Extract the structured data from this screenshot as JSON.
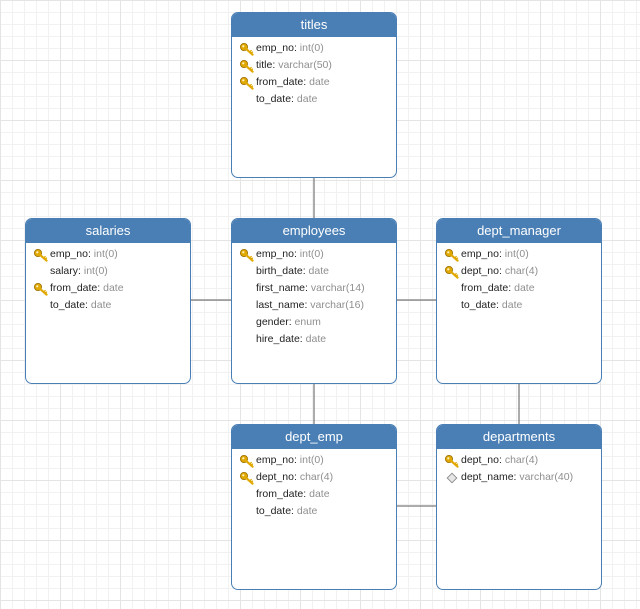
{
  "colors": {
    "header_bg": "#4a7fb5",
    "border": "#4a7fb5",
    "connector": "#5a5a5a",
    "key_icon": "#e0a800",
    "type_text": "#8f8f8f"
  },
  "tables": [
    {
      "id": "titles",
      "name": "titles",
      "fields": [
        {
          "name": "emp_no",
          "type": "int(0)",
          "key": true
        },
        {
          "name": "title",
          "type": "varchar(50)",
          "key": true
        },
        {
          "name": "from_date",
          "type": "date",
          "key": true
        },
        {
          "name": "to_date",
          "type": "date",
          "key": false
        }
      ]
    },
    {
      "id": "salaries",
      "name": "salaries",
      "fields": [
        {
          "name": "emp_no",
          "type": "int(0)",
          "key": true
        },
        {
          "name": "salary",
          "type": "int(0)",
          "key": false
        },
        {
          "name": "from_date",
          "type": "date",
          "key": true
        },
        {
          "name": "to_date",
          "type": "date",
          "key": false
        }
      ]
    },
    {
      "id": "employees",
      "name": "employees",
      "fields": [
        {
          "name": "emp_no",
          "type": "int(0)",
          "key": true
        },
        {
          "name": "birth_date",
          "type": "date",
          "key": false
        },
        {
          "name": "first_name",
          "type": "varchar(14)",
          "key": false
        },
        {
          "name": "last_name",
          "type": "varchar(16)",
          "key": false
        },
        {
          "name": "gender",
          "type": "enum",
          "key": false
        },
        {
          "name": "hire_date",
          "type": "date",
          "key": false
        }
      ]
    },
    {
      "id": "dept_manager",
      "name": "dept_manager",
      "fields": [
        {
          "name": "emp_no",
          "type": "int(0)",
          "key": true
        },
        {
          "name": "dept_no",
          "type": "char(4)",
          "key": true
        },
        {
          "name": "from_date",
          "type": "date",
          "key": false
        },
        {
          "name": "to_date",
          "type": "date",
          "key": false
        }
      ]
    },
    {
      "id": "dept_emp",
      "name": "dept_emp",
      "fields": [
        {
          "name": "emp_no",
          "type": "int(0)",
          "key": true
        },
        {
          "name": "dept_no",
          "type": "char(4)",
          "key": true
        },
        {
          "name": "from_date",
          "type": "date",
          "key": false
        },
        {
          "name": "to_date",
          "type": "date",
          "key": false
        }
      ]
    },
    {
      "id": "departments",
      "name": "departments",
      "fields": [
        {
          "name": "dept_no",
          "type": "char(4)",
          "key": true
        },
        {
          "name": "dept_name",
          "type": "varchar(40)",
          "key": false,
          "unique": true
        }
      ]
    }
  ],
  "relationships": [
    {
      "from": "titles",
      "to": "employees"
    },
    {
      "from": "salaries",
      "to": "employees"
    },
    {
      "from": "employees",
      "to": "dept_manager"
    },
    {
      "from": "employees",
      "to": "dept_emp"
    },
    {
      "from": "dept_manager",
      "to": "departments"
    },
    {
      "from": "dept_emp",
      "to": "departments"
    }
  ]
}
